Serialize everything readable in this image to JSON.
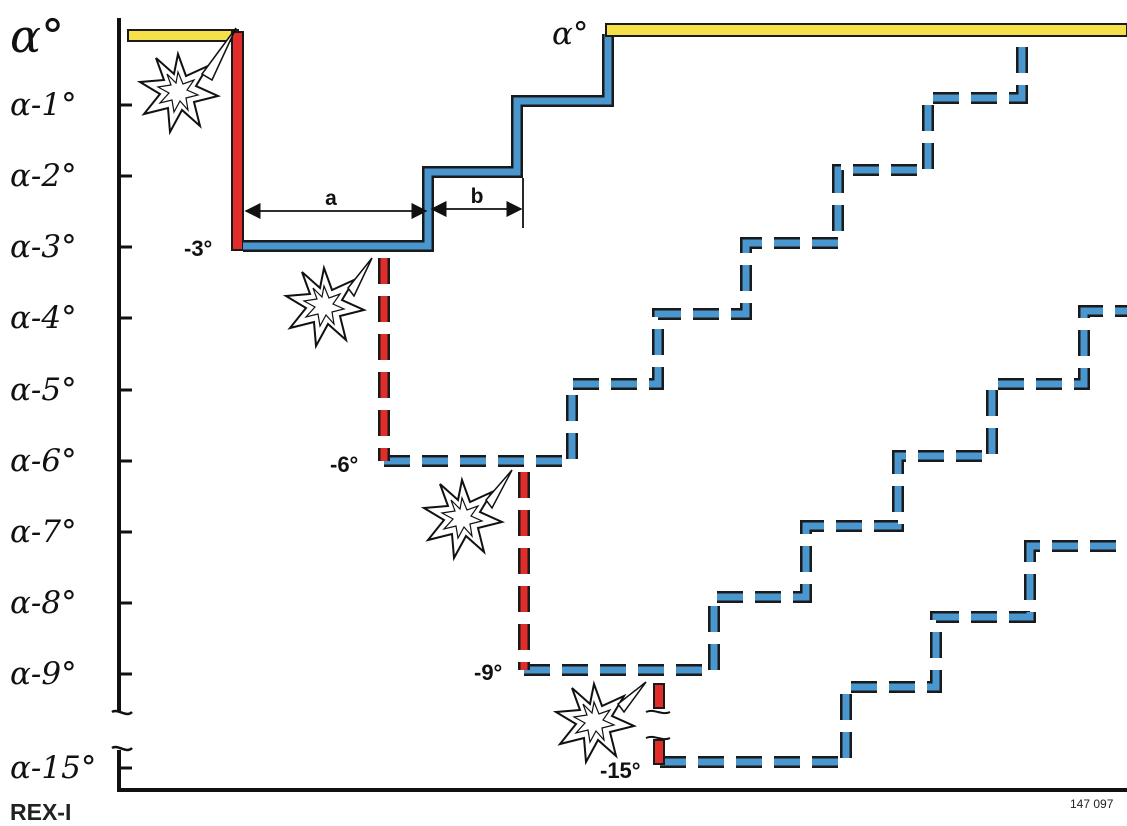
{
  "axis": {
    "top_label": "α°",
    "levels": [
      "α-1°",
      "α-2°",
      "α-3°",
      "α-4°",
      "α-5°",
      "α-6°",
      "α-7°",
      "α-8°",
      "α-9°"
    ],
    "bottom_label": "α-15°"
  },
  "annotations": {
    "top_right_alpha": "α°",
    "step_minus3": "-3°",
    "step_minus6": "-6°",
    "step_minus9": "-9°",
    "step_minus15": "-15°",
    "interval_a": "a",
    "interval_b": "b"
  },
  "footer": {
    "model": "REX-I",
    "figure_number": "147 097"
  },
  "colors": {
    "yellow": "#f5e04a",
    "red": "#e02d2a",
    "blue": "#4a97cf",
    "outline": "#1a1a1a"
  },
  "icons": [
    "explosion-icon"
  ]
}
